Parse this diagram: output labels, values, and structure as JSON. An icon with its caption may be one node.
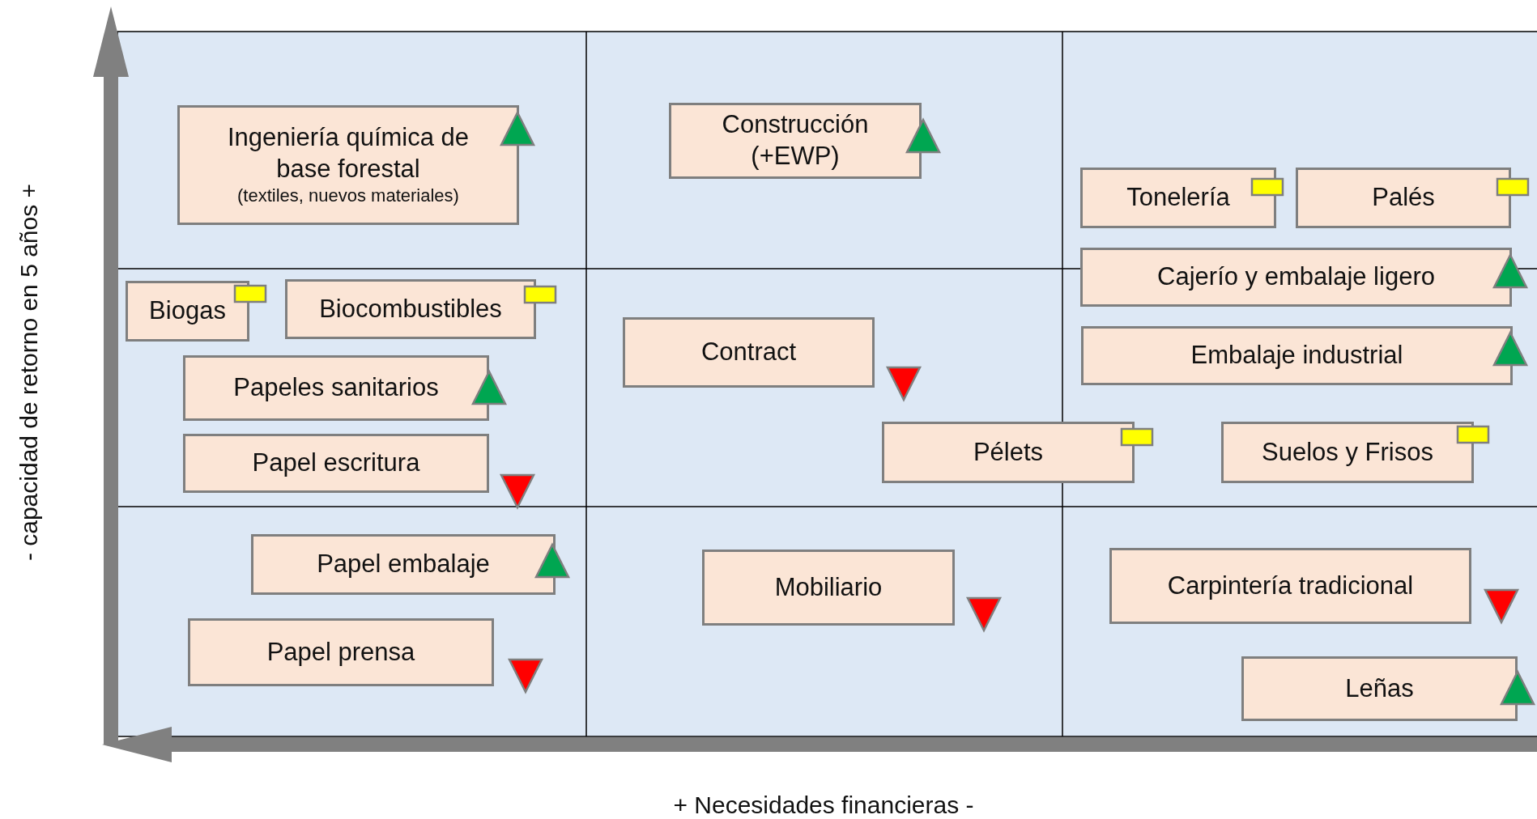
{
  "diagram": {
    "nodes": [
      {
        "text": [
          "Ingeniería química de base forestal",
          "(textiles, nuevos materiales)"
        ]
      },
      {
        "text": [
          "Construcción (+EWP)"
        ]
      },
      {
        "text": [
          "Tonelería"
        ]
      },
      {
        "text": [
          "Palés"
        ]
      },
      {
        "text": [
          "Cajerío y embalaje ligero"
        ]
      },
      {
        "text": [
          "Biogas"
        ]
      },
      {
        "text": [
          "Biocombustibles"
        ]
      },
      {
        "text": [
          "Papeles sanitarios"
        ]
      },
      {
        "text": [
          "Contract"
        ]
      },
      {
        "text": [
          "Embalaje industrial"
        ]
      },
      {
        "text": [
          "Papel escritura"
        ]
      },
      {
        "text": [
          "Pélets"
        ]
      },
      {
        "text": [
          "Suelos y Frisos"
        ]
      },
      {
        "text": [
          "Papel embalaje"
        ]
      },
      {
        "text": [
          "Mobiliario"
        ]
      },
      {
        "text": [
          "Carpintería tradicional"
        ]
      },
      {
        "text": [
          "Papel prensa"
        ]
      },
      {
        "text": [
          "Leñas"
        ]
      }
    ],
    "edges": [],
    "labels": [
      "-  capacidad de retorno en 5 años +",
      "+  Necesidades financieras  -"
    ]
  }
}
